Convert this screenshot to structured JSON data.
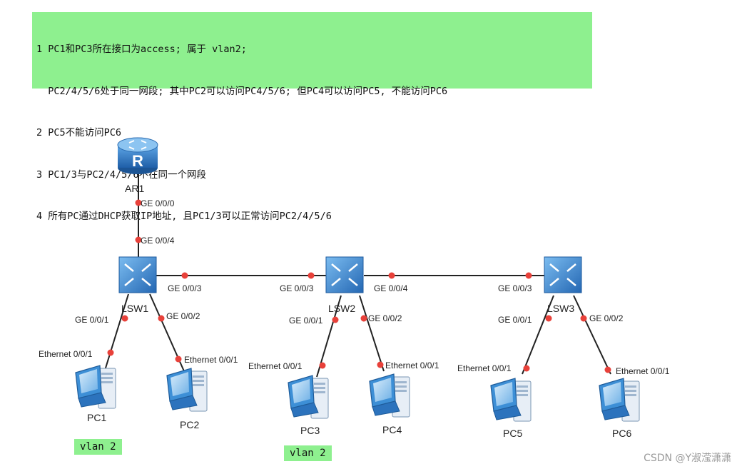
{
  "requirements": [
    "1 PC1和PC3所在接口为access; 属于 vlan2;",
    "  PC2/4/5/6处于同一网段; 其中PC2可以访问PC4/5/6; 但PC4可以访问PC5, 不能访问PC6",
    "2 PC5不能访问PC6",
    "3 PC1/3与PC2/4/5/6不在同一个网段",
    "4 所有PC通过DHCP获取IP地址, 且PC1/3可以正常访问PC2/4/5/6"
  ],
  "devices": {
    "router": "AR1",
    "switches": [
      "LSW1",
      "LSW2",
      "LSW3"
    ],
    "pcs": [
      "PC1",
      "PC2",
      "PC3",
      "PC4",
      "PC5",
      "PC6"
    ]
  },
  "ports": {
    "ar1_down": "GE 0/0/0",
    "lsw1_up": "GE 0/0/4",
    "lsw1_right": "GE 0/0/3",
    "lsw1_pc1": "GE 0/0/1",
    "lsw1_pc2": "GE 0/0/2",
    "lsw2_left": "GE 0/0/3",
    "lsw2_right": "GE 0/0/4",
    "lsw2_pc3": "GE 0/0/1",
    "lsw2_pc4": "GE 0/0/2",
    "lsw3_left": "GE 0/0/3",
    "lsw3_pc5": "GE 0/0/1",
    "lsw3_pc6": "GE 0/0/2",
    "pc1": "Ethernet 0/0/1",
    "pc2": "Ethernet 0/0/1",
    "pc3": "Ethernet 0/0/1",
    "pc4": "Ethernet 0/0/1",
    "pc5": "Ethernet 0/0/1",
    "pc6": "Ethernet 0/0/1"
  },
  "vlan_tags": [
    "vlan 2",
    "vlan 2"
  ],
  "watermark": "CSDN @Y淑滢潇潇",
  "colors": {
    "note_background": "#8ef08f",
    "link": "#222222",
    "port_dot": "#e8413a",
    "router": "#2f78c4",
    "switch": "#3a86d1",
    "pc": "#3d8fd6"
  }
}
